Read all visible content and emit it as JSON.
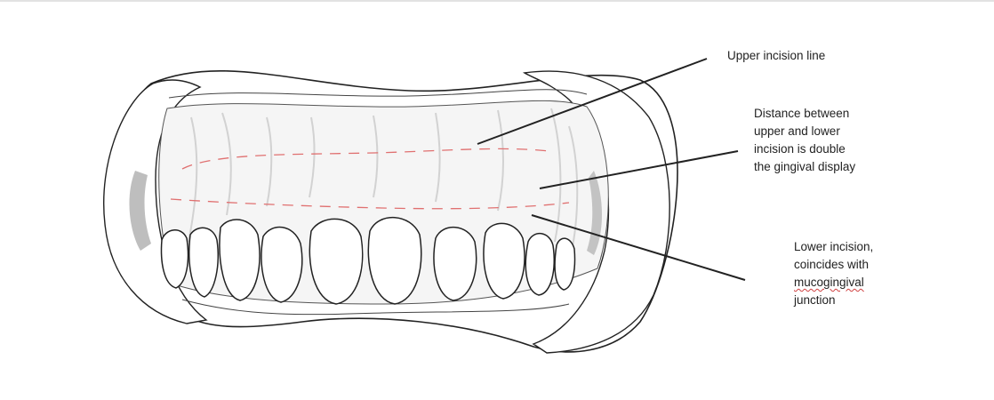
{
  "annotations": {
    "upper_incision": "Upper incision line",
    "distance": [
      "Distance between",
      "upper and lower",
      "incision is double",
      "the gingival display"
    ],
    "lower_incision": [
      "Lower incision,",
      "coincides with",
      "mucogingival",
      "junction"
    ]
  },
  "colors": {
    "outline": "#222222",
    "incision_dash": "#e07070",
    "shading": "#d9d9d9"
  }
}
